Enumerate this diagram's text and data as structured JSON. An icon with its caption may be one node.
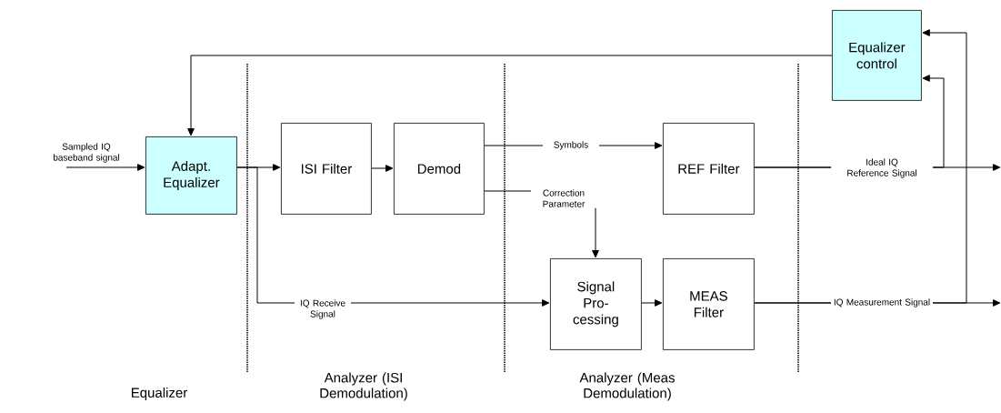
{
  "diagram": {
    "nodes": [
      {
        "text": [
          "Adapt. Equalizer"
        ]
      },
      {
        "text": [
          "ISI Filter"
        ]
      },
      {
        "text": [
          "Demod"
        ]
      },
      {
        "text": [
          "REF Filter"
        ]
      },
      {
        "text": [
          "Signal Pro- cessing"
        ]
      },
      {
        "text": [
          "MEAS Filter"
        ]
      },
      {
        "text": [
          "Equalizer control"
        ]
      }
    ],
    "edges": [
      {
        "from": null,
        "to": 0,
        "arrow": "to",
        "label": "Sampled IQ baseband signal"
      },
      {
        "from": 0,
        "to": 1,
        "arrow": "to"
      },
      {
        "from": 1,
        "to": 2,
        "arrow": "to"
      },
      {
        "from": 2,
        "to": 3,
        "arrow": "to",
        "label": "Symbols"
      },
      {
        "from": 2,
        "to": 4,
        "arrow": "to",
        "label": "Correction Parameter"
      },
      {
        "from": 0,
        "to": 4,
        "arrow": "to",
        "label": "IQ Receive Signal"
      },
      {
        "from": 4,
        "to": 5,
        "arrow": "to"
      },
      {
        "from": 3,
        "to": null,
        "arrow": "to",
        "label": "Ideal IQ Reference Signal"
      },
      {
        "from": 5,
        "to": null,
        "arrow": "to",
        "label": "IQ Measurement Signal"
      },
      {
        "from": 3,
        "to": 6,
        "arrow": "to"
      },
      {
        "from": 5,
        "to": 6,
        "arrow": "to"
      },
      {
        "from": 6,
        "to": 0,
        "arrow": "to"
      }
    ],
    "labels": [
      "Equalizer",
      "Analyzer (ISI Demodulation)",
      "Analyzer (Meas Demodulation)"
    ]
  }
}
